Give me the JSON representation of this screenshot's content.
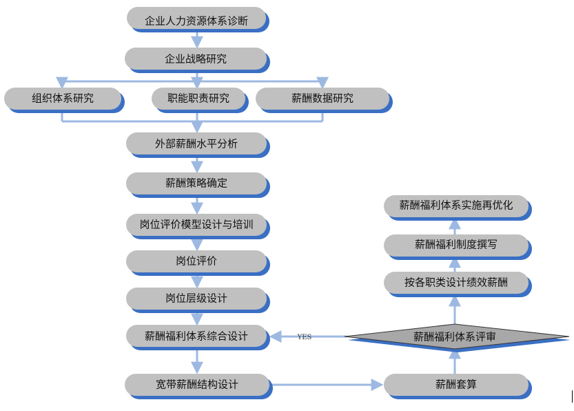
{
  "nodes": {
    "diagnosis": "企业人力资源体系诊断",
    "strategy": "企业战略研究",
    "org": "组织体系研究",
    "duty": "职能职责研究",
    "salary_data": "薪酬数据研究",
    "external": "外部薪酬水平分析",
    "policy": "薪酬策略确定",
    "job_eval_model": "岗位评价模型设计与培训",
    "job_eval": "岗位评价",
    "job_level": "岗位层级设计",
    "welfare_design": "薪酬福利体系综合设计",
    "broadband": "宽带薪酬结构设计",
    "calc": "薪酬套算",
    "review": "薪酬福利体系评审",
    "perf_pay": "按各职类设计绩效薪酬",
    "system_write": "薪酬福利制度撰写",
    "optimize": "薪酬福利体系实施再优化"
  },
  "edge_labels": {
    "yes": "YES"
  },
  "colors": {
    "node_fill": "#c0c0c0",
    "node_shadow": "#3a6fc4",
    "connector": "#9db9e2",
    "diamond_fill": "#a8a8a8"
  }
}
